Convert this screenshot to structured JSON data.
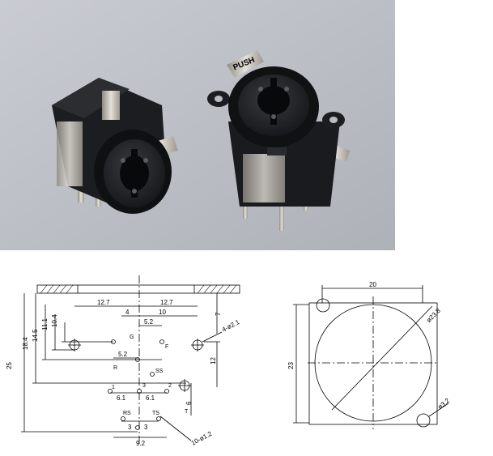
{
  "photo": {
    "push_label": "PUSH",
    "colors": {
      "background": "#b9bcc3",
      "body": "#1b1c1f",
      "metal": "#c8c5bd"
    }
  },
  "front_drawing": {
    "dims": {
      "overall_height": "25",
      "h_18_4": "18.4",
      "h_14_5": "14.5",
      "h_11_1": "11.1",
      "h_10_4": "10.4",
      "w_12_7_left": "12.7",
      "w_12_7_right": "12.7",
      "w_4": "4",
      "w_10": "10",
      "w_5_2_top": "5.2",
      "w_5_2_mid": "5.2",
      "w_6_1_left": "6.1",
      "w_6_1_right": "6.1",
      "w_3_left": "3",
      "w_3_right": "3",
      "w_9_2": "9.2",
      "v_7": "7",
      "v_12": "12",
      "v_6": "6",
      "holes_4": "4-ø2.1",
      "holes_10": "10-ø1.2"
    },
    "pins": {
      "G": "G",
      "F": "F",
      "R": "R",
      "SS": "SS",
      "p1": "1",
      "p2": "2",
      "p3": "3",
      "RS": "RS",
      "TS": "TS",
      "T": "T"
    }
  },
  "panel_drawing": {
    "width": "20",
    "height": "23",
    "big_hole": "ø23.8",
    "small_hole": "ø3.2"
  }
}
